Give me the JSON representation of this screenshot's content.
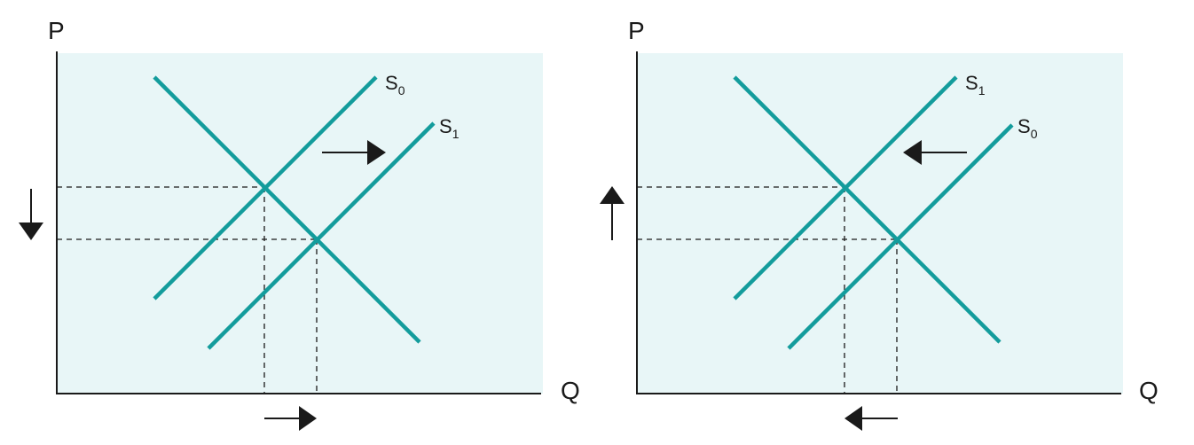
{
  "colors": {
    "curve": "#139c9c",
    "plot_background": "#e8f6f7",
    "ink": "#1a1a1a"
  },
  "panels": [
    {
      "id": "left",
      "y_axis_label": "P",
      "x_axis_label": "Q",
      "demand_label": "",
      "supply_labels": [
        {
          "main": "S",
          "sub": "0"
        },
        {
          "main": "S",
          "sub": "1"
        }
      ],
      "shift_direction": "right",
      "price_arrow": "down",
      "quantity_arrow": "right"
    },
    {
      "id": "right",
      "y_axis_label": "P",
      "x_axis_label": "Q",
      "demand_label": "",
      "supply_labels": [
        {
          "main": "S",
          "sub": "1"
        },
        {
          "main": "S",
          "sub": "0"
        }
      ],
      "shift_direction": "left",
      "price_arrow": "up",
      "quantity_arrow": "left"
    }
  ]
}
